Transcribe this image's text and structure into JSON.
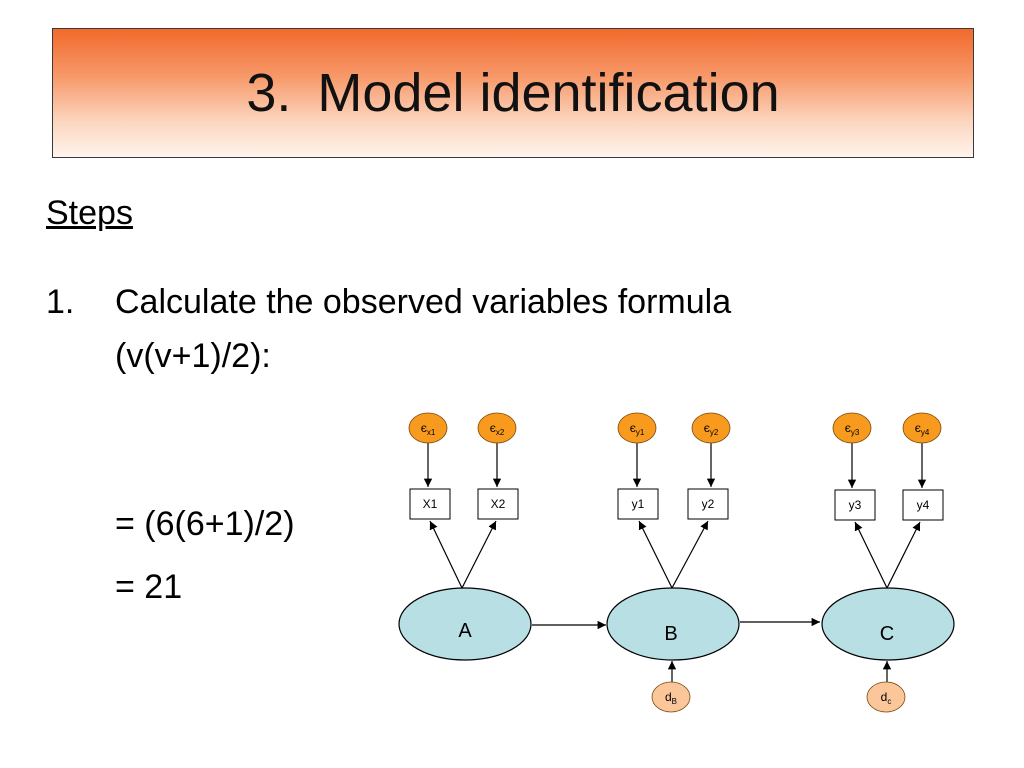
{
  "title": {
    "number": "3.",
    "text": "Model identification"
  },
  "steps_heading": "Steps",
  "step1": {
    "number": "1.",
    "line1": "Calculate the observed variables formula",
    "line2": "(v(v+1)/2):"
  },
  "equations": {
    "line1": "= (6(6+1)/2)",
    "line2": "= 21"
  },
  "diagram": {
    "errors": [
      {
        "sym": "є",
        "sub": "x1"
      },
      {
        "sym": "є",
        "sub": "x2"
      },
      {
        "sym": "є",
        "sub": "y1"
      },
      {
        "sym": "є",
        "sub": "y2"
      },
      {
        "sym": "є",
        "sub": "y3"
      },
      {
        "sym": "є",
        "sub": "y4"
      }
    ],
    "observed": [
      "X1",
      "X2",
      "y1",
      "y2",
      "y3",
      "y4"
    ],
    "latent": [
      "A",
      "B",
      "C"
    ],
    "disturbances": [
      {
        "sym": "d",
        "sub": "B"
      },
      {
        "sym": "d",
        "sub": "c"
      }
    ],
    "colors": {
      "error_fill": "#f79a1e",
      "latent_fill": "#b8dfe3",
      "disturbance_fill": "#fbc79a"
    }
  }
}
